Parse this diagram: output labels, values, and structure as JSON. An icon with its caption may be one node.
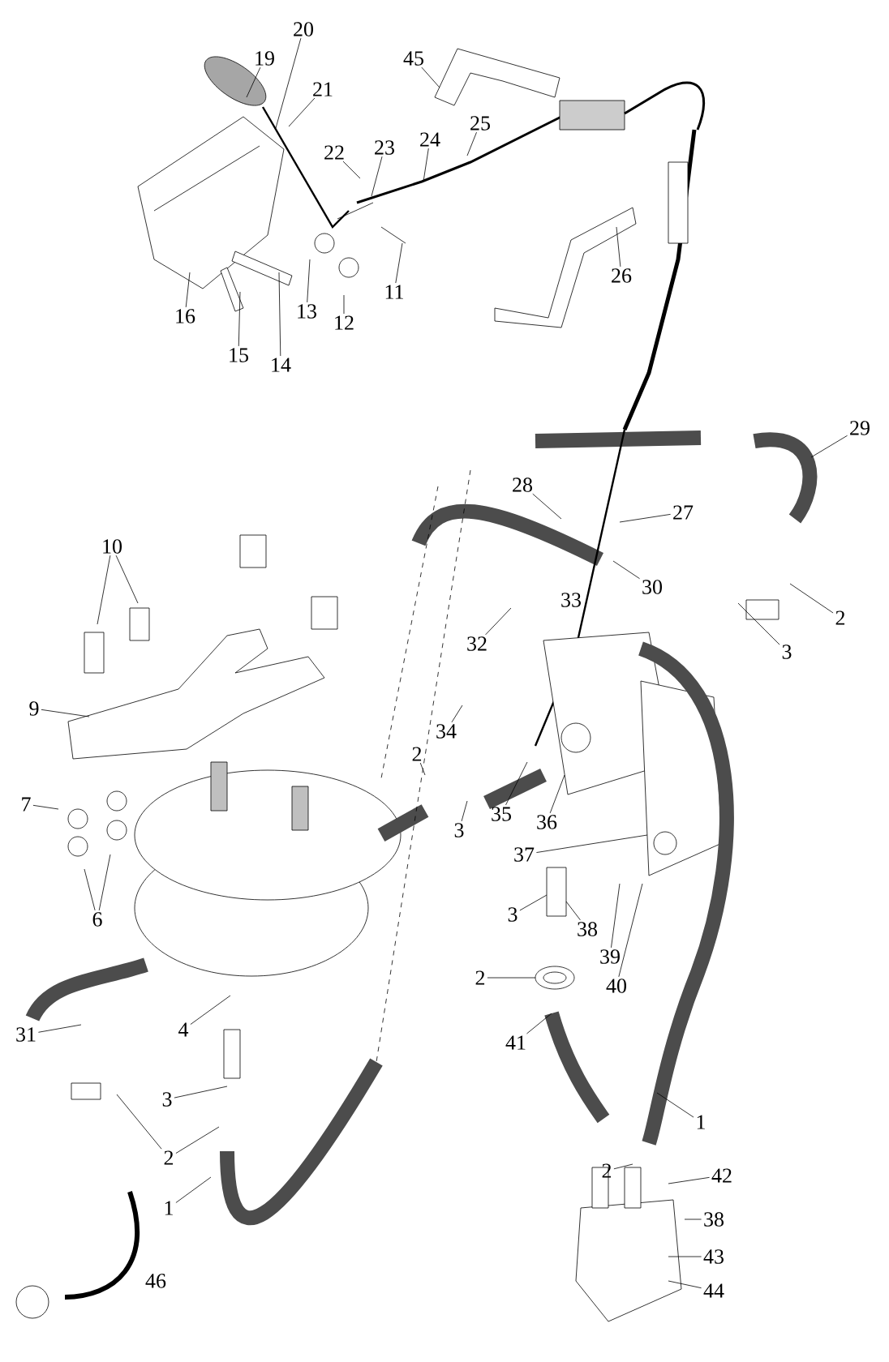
{
  "diagram": {
    "nodes": [
      {
        "text": [
          "20"
        ]
      },
      {
        "text": [
          "19"
        ]
      },
      {
        "text": [
          "45"
        ]
      },
      {
        "text": [
          "21"
        ]
      },
      {
        "text": [
          "25"
        ]
      },
      {
        "text": [
          "24"
        ]
      },
      {
        "text": [
          "23"
        ]
      },
      {
        "text": [
          "22"
        ]
      },
      {
        "text": [
          "26"
        ]
      },
      {
        "text": [
          "11"
        ]
      },
      {
        "text": [
          "13"
        ]
      },
      {
        "text": [
          "16"
        ]
      },
      {
        "text": [
          "12"
        ]
      },
      {
        "text": [
          "15"
        ]
      },
      {
        "text": [
          "14"
        ]
      },
      {
        "text": [
          "29"
        ]
      },
      {
        "text": [
          "28"
        ]
      },
      {
        "text": [
          "27"
        ]
      },
      {
        "text": [
          "10"
        ]
      },
      {
        "text": [
          "30"
        ]
      },
      {
        "text": [
          "2"
        ]
      },
      {
        "text": [
          "32"
        ]
      },
      {
        "text": [
          "3"
        ]
      },
      {
        "text": [
          "9"
        ]
      },
      {
        "text": [
          "34"
        ]
      },
      {
        "text": [
          "2"
        ]
      },
      {
        "text": [
          "7"
        ]
      },
      {
        "text": [
          "35"
        ]
      },
      {
        "text": [
          "36"
        ]
      },
      {
        "text": [
          "3"
        ]
      },
      {
        "text": [
          "37"
        ]
      },
      {
        "text": [
          "6"
        ]
      },
      {
        "text": [
          "38"
        ]
      },
      {
        "text": [
          "3"
        ]
      },
      {
        "text": [
          "39"
        ]
      },
      {
        "text": [
          "2"
        ]
      },
      {
        "text": [
          "40"
        ]
      },
      {
        "text": [
          "31"
        ]
      },
      {
        "text": [
          "4"
        ]
      },
      {
        "text": [
          "41"
        ]
      },
      {
        "text": [
          "3"
        ]
      },
      {
        "text": [
          "1"
        ]
      },
      {
        "text": [
          "2"
        ]
      },
      {
        "text": [
          "2"
        ]
      },
      {
        "text": [
          "42"
        ]
      },
      {
        "text": [
          "1"
        ]
      },
      {
        "text": [
          "38"
        ]
      },
      {
        "text": [
          "43"
        ]
      },
      {
        "text": [
          "44"
        ]
      }
    ],
    "edges": [
      {
        "from": 0,
        "to": null,
        "arrow": "none"
      },
      {
        "from": 1,
        "to": null,
        "arrow": "none"
      },
      {
        "from": 2,
        "to": null,
        "arrow": "none"
      },
      {
        "from": 3,
        "to": null,
        "arrow": "none"
      },
      {
        "from": 4,
        "to": null,
        "arrow": "none"
      },
      {
        "from": 5,
        "to": null,
        "arrow": "none"
      },
      {
        "from": 6,
        "to": null,
        "arrow": "none"
      },
      {
        "from": 7,
        "to": null,
        "arrow": "none"
      },
      {
        "from": 8,
        "to": null,
        "arrow": "none"
      },
      {
        "from": 9,
        "to": null,
        "arrow": "none"
      },
      {
        "from": 10,
        "to": null,
        "arrow": "none"
      },
      {
        "from": 11,
        "to": null,
        "arrow": "none"
      },
      {
        "from": 12,
        "to": null,
        "arrow": "none"
      },
      {
        "from": 13,
        "to": null,
        "arrow": "none"
      },
      {
        "from": 14,
        "to": null,
        "arrow": "none"
      },
      {
        "from": 15,
        "to": null,
        "arrow": "none"
      },
      {
        "from": 16,
        "to": null,
        "arrow": "none"
      },
      {
        "from": 17,
        "to": null,
        "arrow": "none"
      },
      {
        "from": 18,
        "to": null,
        "arrow": "none"
      },
      {
        "from": 18,
        "to": null,
        "arrow": "none"
      },
      {
        "from": 19,
        "to": null,
        "arrow": "none"
      },
      {
        "from": 20,
        "to": null,
        "arrow": "none"
      },
      {
        "from": 21,
        "to": null,
        "arrow": "none"
      },
      {
        "from": 22,
        "to": null,
        "arrow": "none"
      },
      {
        "from": 23,
        "to": null,
        "arrow": "none"
      },
      {
        "from": 24,
        "to": null,
        "arrow": "none"
      },
      {
        "from": 25,
        "to": null,
        "arrow": "none"
      },
      {
        "from": 26,
        "to": null,
        "arrow": "none"
      },
      {
        "from": 27,
        "to": null,
        "arrow": "none"
      },
      {
        "from": 28,
        "to": null,
        "arrow": "none"
      },
      {
        "from": 29,
        "to": null,
        "arrow": "none"
      },
      {
        "from": 30,
        "to": null,
        "arrow": "none"
      },
      {
        "from": 31,
        "to": null,
        "arrow": "none"
      },
      {
        "from": 31,
        "to": null,
        "arrow": "none"
      },
      {
        "from": 32,
        "to": null,
        "arrow": "none"
      },
      {
        "from": 33,
        "to": null,
        "arrow": "none"
      },
      {
        "from": 34,
        "to": null,
        "arrow": "none"
      },
      {
        "from": 35,
        "to": null,
        "arrow": "none"
      },
      {
        "from": 36,
        "to": null,
        "arrow": "none"
      },
      {
        "from": 37,
        "to": null,
        "arrow": "none"
      },
      {
        "from": 38,
        "to": null,
        "arrow": "none"
      },
      {
        "from": 39,
        "to": null,
        "arrow": "none"
      },
      {
        "from": 40,
        "to": null,
        "arrow": "none"
      },
      {
        "from": 41,
        "to": null,
        "arrow": "none"
      },
      {
        "from": 42,
        "to": null,
        "arrow": "none"
      },
      {
        "from": 42,
        "to": null,
        "arrow": "none"
      },
      {
        "from": 43,
        "to": null,
        "arrow": "none"
      },
      {
        "from": 44,
        "to": null,
        "arrow": "none"
      },
      {
        "from": 45,
        "to": null,
        "arrow": "none"
      },
      {
        "from": 46,
        "to": null,
        "arrow": "none"
      },
      {
        "from": 47,
        "to": null,
        "arrow": "none"
      },
      {
        "from": 48,
        "to": null,
        "arrow": "none"
      }
    ],
    "labels": [
      "33",
      "46"
    ]
  }
}
